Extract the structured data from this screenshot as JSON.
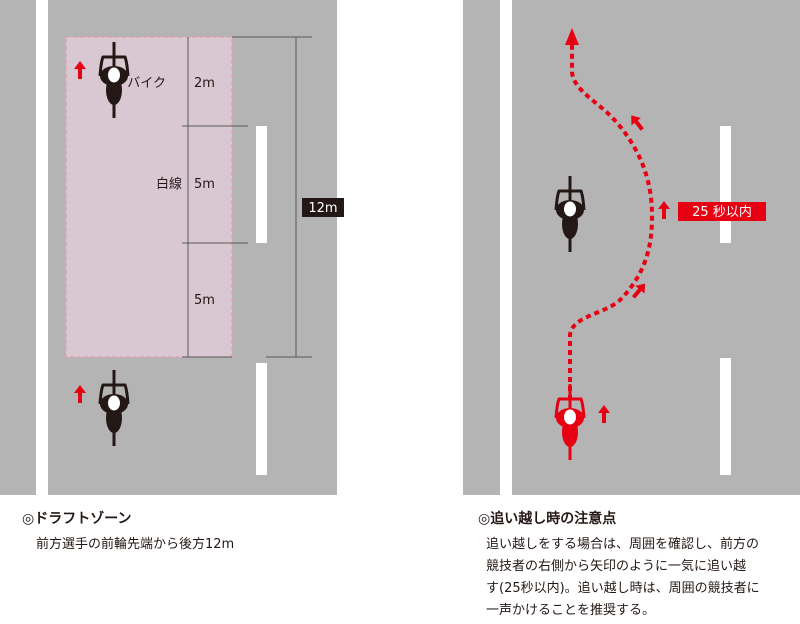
{
  "left_panel": {
    "zone_labels": {
      "bike": "バイク",
      "bike_length": "2m",
      "white_line": "白線",
      "white_line_length": "5m",
      "gap_length": "5m"
    },
    "total_length": "12m",
    "caption": {
      "title": "◎ドラフトゾーン",
      "body": "前方選手の前輪先端から後方12m"
    }
  },
  "right_panel": {
    "time_badge": "25 秒以内",
    "caption": {
      "title": "◎追い越し時の注意点",
      "lines": [
        "追い越しをする場合は、周囲を確認し、前方の",
        "競技者の右側から矢印のように一気に追い越",
        "す(25秒以内)。追い越し時は、周囲の競技者に",
        "一声かけることを推奨する。"
      ]
    }
  },
  "colors": {
    "road": "#b4b4b5",
    "zone_fill": "#d9c8d1",
    "zone_border": "#e59aae",
    "accent_red": "#e60012",
    "rider_black": "#231815",
    "line_white": "#ffffff",
    "badge_dark": "#231815"
  }
}
